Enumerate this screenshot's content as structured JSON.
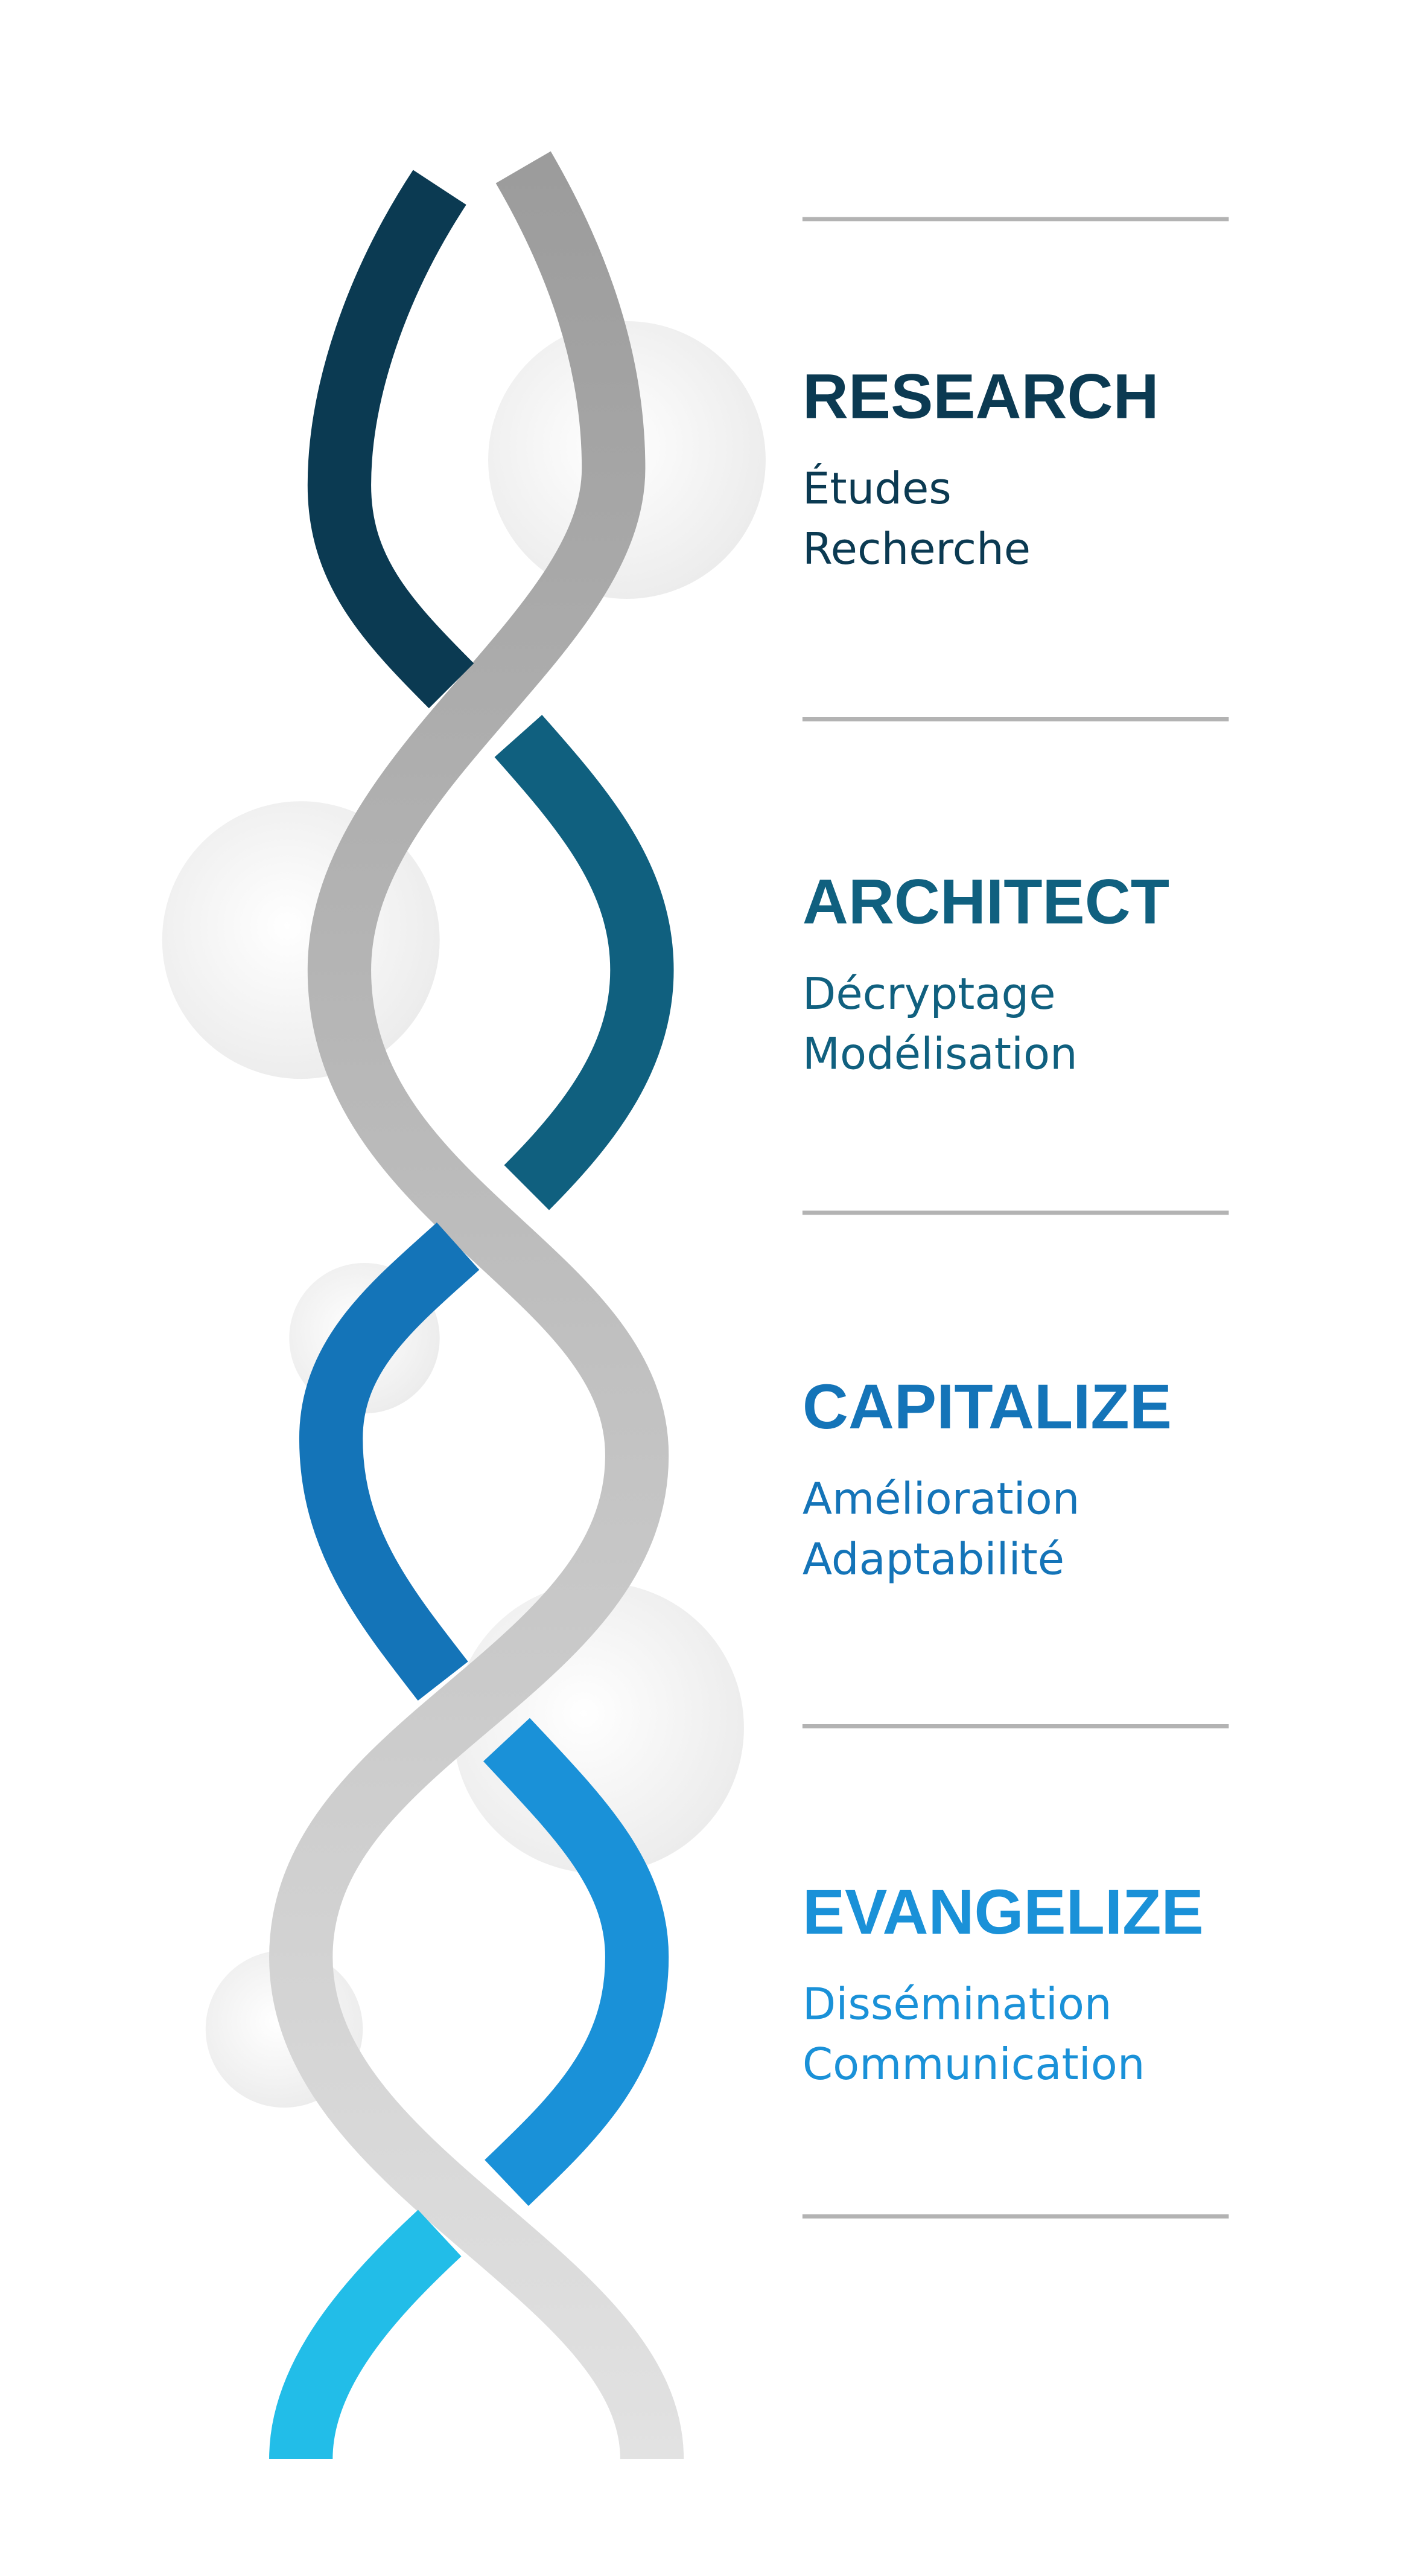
{
  "colors": {
    "research": "#0b3a52",
    "architect": "#10607f",
    "capitalize": "#1474b8",
    "evangelize": "#1a91d8",
    "tail": "#22bde8",
    "gray_top": "#9c9c9c",
    "gray_bottom": "#e2e2e2",
    "divider": "#b3b3b3"
  },
  "sections": [
    {
      "title": "RESEARCH",
      "lines": [
        "Études",
        "Recherche"
      ]
    },
    {
      "title": "ARCHITECT",
      "lines": [
        "Décryptage",
        "Modélisation"
      ]
    },
    {
      "title": "CAPITALIZE",
      "lines": [
        "Amélioration",
        "Adaptabilité"
      ]
    },
    {
      "title": "EVANGELIZE",
      "lines": [
        "Dissémination",
        "Communication"
      ]
    }
  ]
}
